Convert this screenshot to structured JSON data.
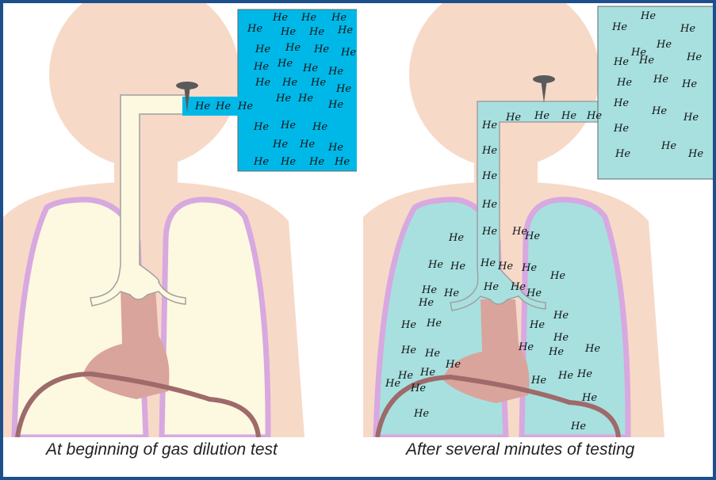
{
  "panels": [
    {
      "caption": "At beginning of gas dilution test",
      "gas_label": "He",
      "state": "before",
      "tank_color": "#00b8e8",
      "lung_color": "#fdf9e0"
    },
    {
      "caption": "After several minutes of testing",
      "gas_label": "He",
      "state": "after",
      "tank_color": "#a8e0e0",
      "lung_color": "#a8e0e0"
    }
  ],
  "colors": {
    "frame": "#1d4f8c",
    "skin": "#f7d9c8",
    "pleura": "#d8a8e0",
    "heart": "#d9a49c",
    "diaphragm": "#9e6a6a",
    "valve": "#5a5a5a"
  },
  "icons": [
    "valve-icon"
  ]
}
